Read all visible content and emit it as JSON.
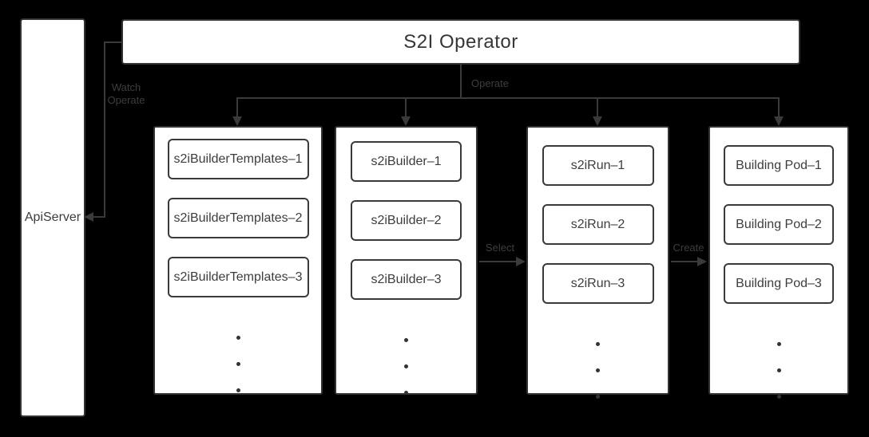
{
  "diagram": {
    "title": "S2I Operator",
    "api_server_label": "ApiServer",
    "connectors": {
      "watch_line1": "Watch",
      "watch_line2": "Operate",
      "operate": "Operate",
      "select": "Select",
      "create": "Create"
    },
    "columns": [
      {
        "name": "s2iBuilderTemplates",
        "items": [
          "s2iBuilderTemplates–1",
          "s2iBuilderTemplates–2",
          "s2iBuilderTemplates–3"
        ]
      },
      {
        "name": "s2iBuilder",
        "items": [
          "s2iBuilder–1",
          "s2iBuilder–2",
          "s2iBuilder–3"
        ]
      },
      {
        "name": "s2iRun",
        "items": [
          "s2iRun–1",
          "s2iRun–2",
          "s2iRun–3"
        ]
      },
      {
        "name": "Building Pod",
        "items": [
          "Building Pod–1",
          "Building Pod–2",
          "Building Pod–3"
        ]
      }
    ],
    "colors": {
      "background": "#000000",
      "box_fill": "#ffffff",
      "box_border": "#333333",
      "node_text": "#3d3d3d",
      "connector": "#3a3a3a",
      "connector_label": "#3e3e3e"
    }
  }
}
